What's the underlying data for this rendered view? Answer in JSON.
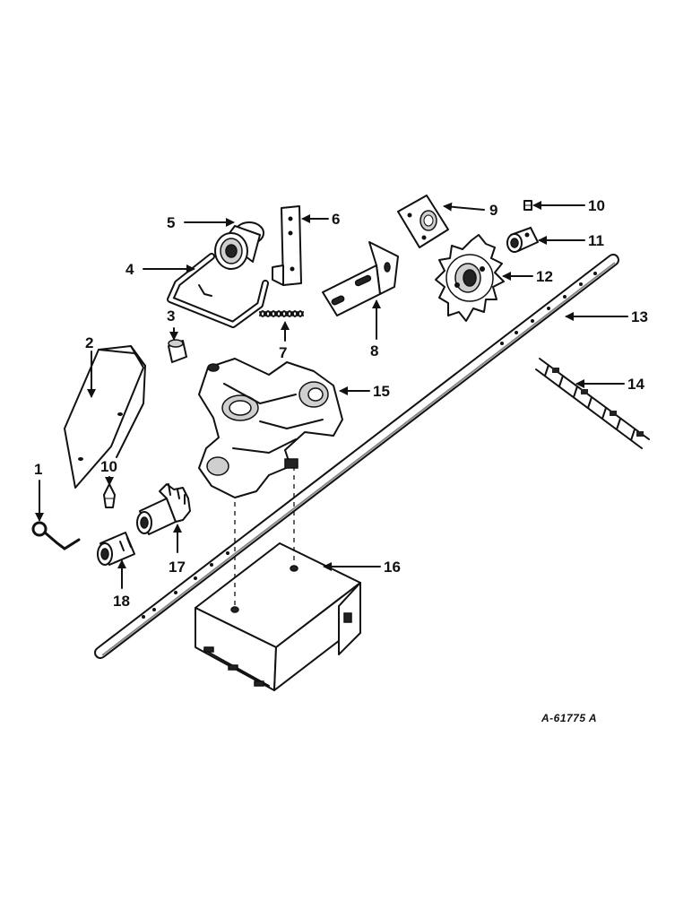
{
  "diagram": {
    "reference_code": "A-61775 A",
    "callouts": [
      {
        "id": "c1",
        "label": "1"
      },
      {
        "id": "c2",
        "label": "2"
      },
      {
        "id": "c3",
        "label": "3"
      },
      {
        "id": "c4",
        "label": "4"
      },
      {
        "id": "c5",
        "label": "5"
      },
      {
        "id": "c6",
        "label": "6"
      },
      {
        "id": "c7",
        "label": "7"
      },
      {
        "id": "c8",
        "label": "8"
      },
      {
        "id": "c9",
        "label": "9"
      },
      {
        "id": "c10a",
        "label": "10"
      },
      {
        "id": "c10b",
        "label": "10"
      },
      {
        "id": "c11",
        "label": "11"
      },
      {
        "id": "c12",
        "label": "12"
      },
      {
        "id": "c13",
        "label": "13"
      },
      {
        "id": "c14",
        "label": "14"
      },
      {
        "id": "c15",
        "label": "15"
      },
      {
        "id": "c16",
        "label": "16"
      },
      {
        "id": "c17",
        "label": "17"
      },
      {
        "id": "c18",
        "label": "18"
      }
    ]
  }
}
